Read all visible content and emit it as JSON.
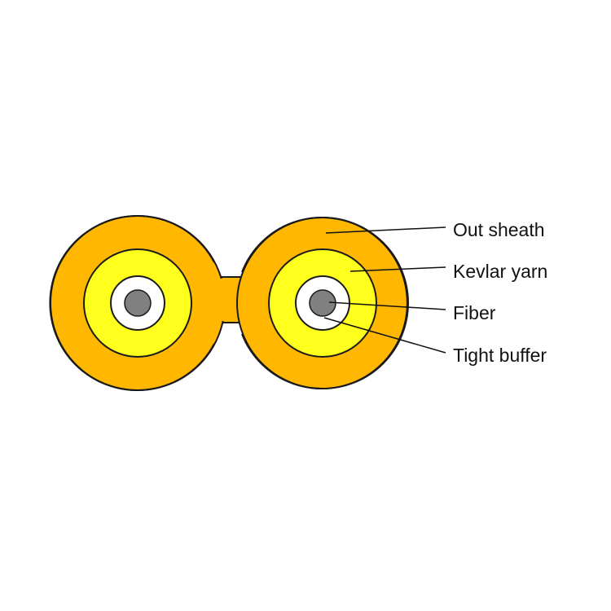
{
  "labels": {
    "out_sheath": "Out sheath",
    "kevlar_yarn": "Kevlar yarn",
    "fiber": "Fiber",
    "tight_buffer": "Tight buffer"
  },
  "colors": {
    "background": "#ffffff",
    "sheath": "#ffb700",
    "kevlar": "#ffff1e",
    "buffer": "#ffffff",
    "fiber": "#808080",
    "outline": "#1a1a1a"
  }
}
